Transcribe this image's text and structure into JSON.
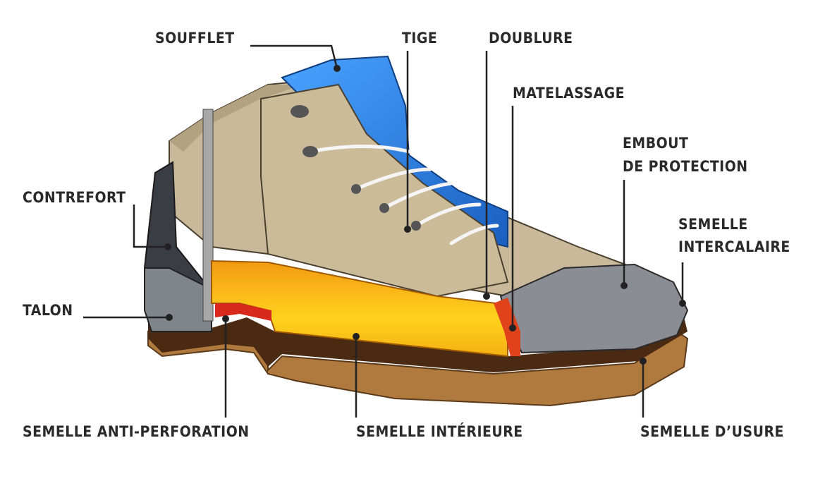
{
  "labels": {
    "soufflet": "SOUFFLET",
    "tige": "TIGE",
    "doublure": "DOUBLURE",
    "matelassage": "MATELASSAGE",
    "embout_1": "EMBOUT",
    "embout_2": "DE PROTECTION",
    "intercalaire_1": "SEMELLE",
    "intercalaire_2": "INTERCALAIRE",
    "contrefort": "CONTREFORT",
    "talon": "TALON",
    "anti_perforation": "SEMELLE ANTI-PERFORATION",
    "interieure": "SEMELLE INTÉRIEURE",
    "usure": "SEMELLE D’USURE"
  },
  "colors": {
    "upper": "#c9b99a",
    "tongue": "#2e7fd6",
    "insole": "#f7a81b",
    "toecap": "#8a8d93",
    "outsole": "#b07a3e",
    "plate": "#d8291c",
    "leader": "#222222"
  }
}
